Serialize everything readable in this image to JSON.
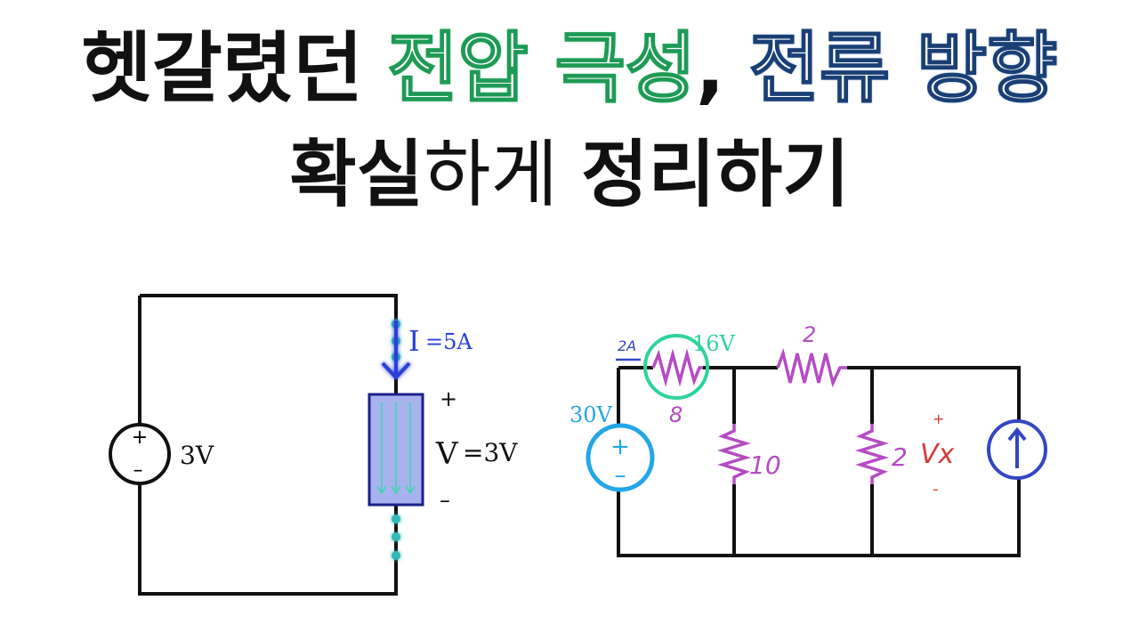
{
  "title": {
    "line1": {
      "part1": "헷갈렸던",
      "part2": "전압 극성",
      "comma": ",",
      "part3": "전류 방향"
    },
    "line2": {
      "part1": "확실",
      "part2": "하게",
      "part3": "정리하기"
    }
  },
  "circuit1": {
    "source_plus": "+",
    "source_minus": "–",
    "source_value": "3V",
    "current_label": "I",
    "current_value": "=5A",
    "element_plus": "+",
    "element_minus": "–",
    "voltage_label": "V",
    "voltage_value": "=3V"
  },
  "circuit2": {
    "source_value": "30V",
    "source_plus": "+",
    "source_minus": "–",
    "current_annotation": "2A",
    "r1_voltage": "16V",
    "r1_value": "8",
    "r2_value": "2",
    "r3_value": "10",
    "r4_value": "2",
    "vx_label": "Vx",
    "vx_plus": "+",
    "vx_minus": "-"
  },
  "colors": {
    "wire": "#111111",
    "element_fill": "#a8b2ee",
    "element_stroke": "#1a2088",
    "current_arrow": "#2a40d8",
    "glow_dots": "#35b8b8",
    "resistor": "#b54cc4",
    "source2": "#22a6e6",
    "highlight_circle": "#2ed39e",
    "vx": "#d63a3a",
    "current_source": "#3347c4"
  }
}
